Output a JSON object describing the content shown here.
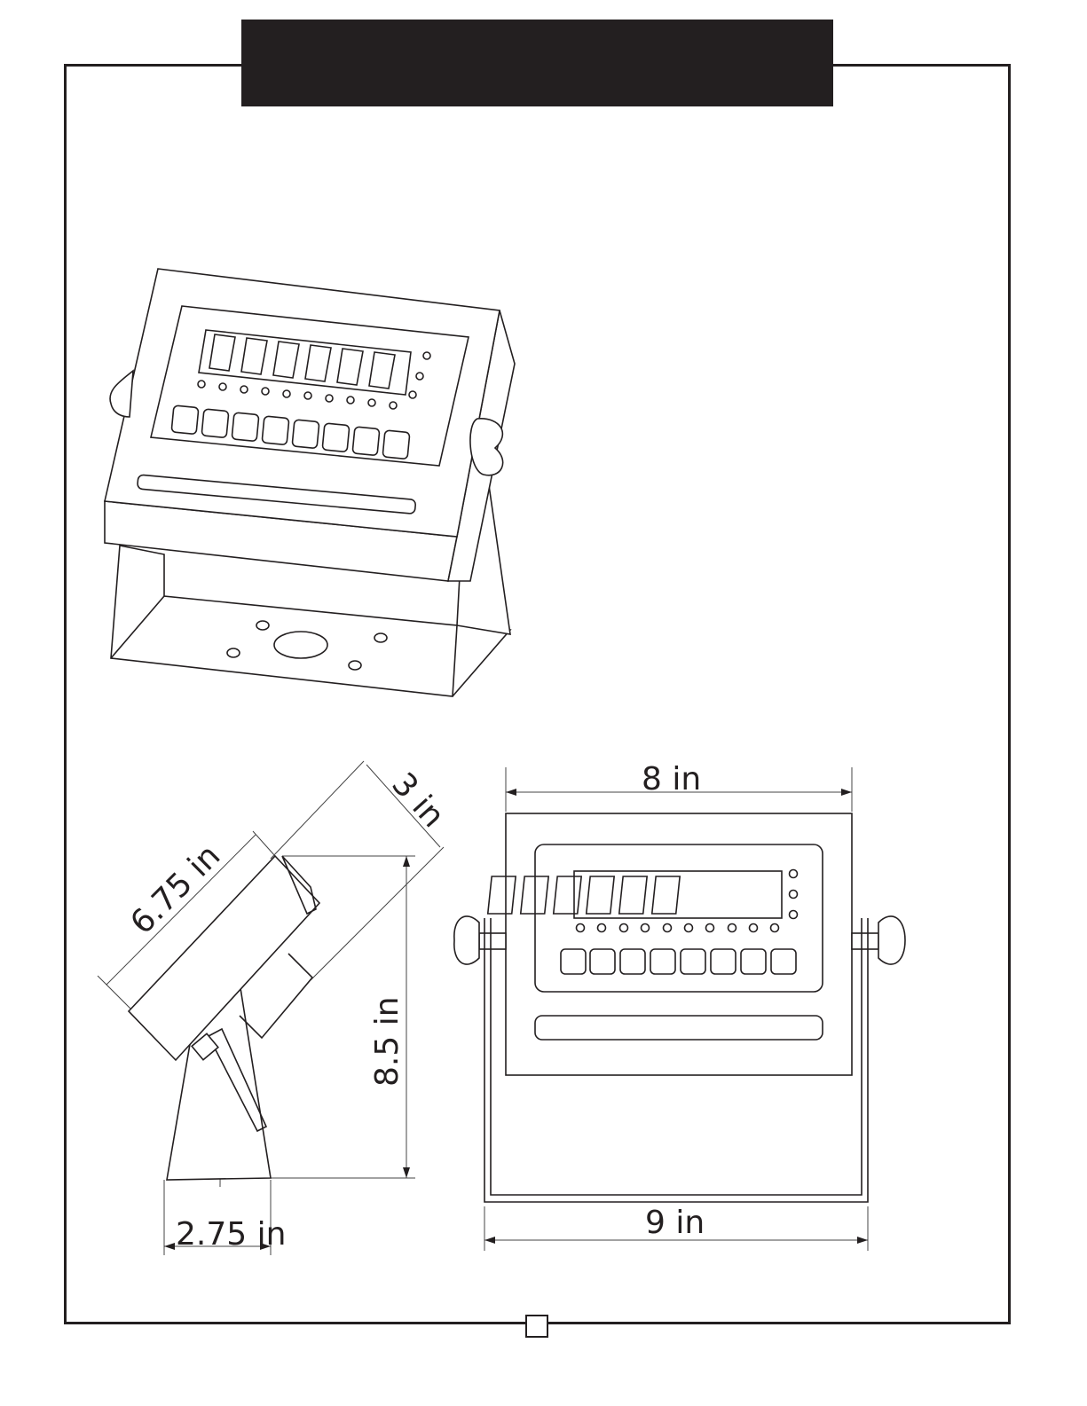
{
  "header": {
    "title": ""
  },
  "dimensions": {
    "depth": "3 in",
    "length": "6.75 in",
    "height": "8.5 in",
    "base_width": "2.75 in",
    "width": "8 in",
    "bracket_width": "9 in"
  },
  "footer": {
    "page_number": ""
  },
  "colors": {
    "ink": "#231f20",
    "background": "#ffffff"
  }
}
